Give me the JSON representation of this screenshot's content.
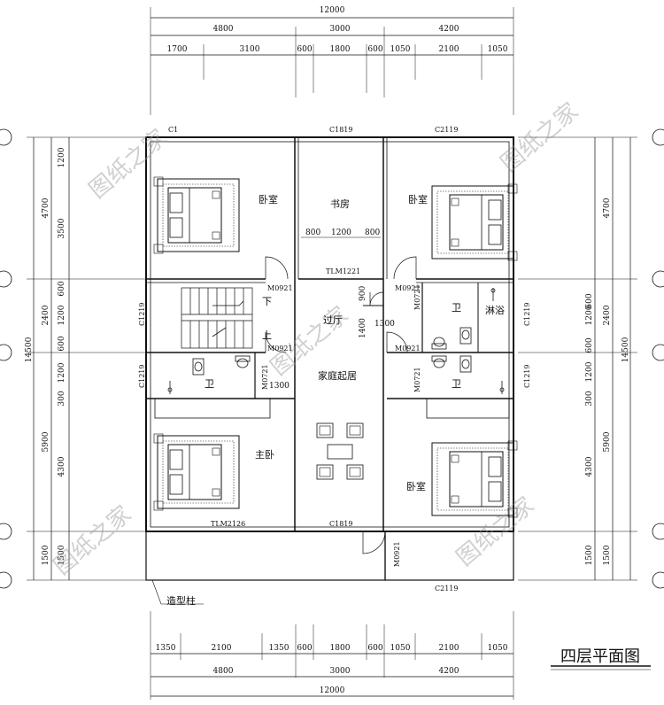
{
  "title": "四层平面图",
  "watermark": "图纸之家",
  "dims": {
    "overall_width": "12000",
    "top_group": [
      "4800",
      "3000",
      "4200"
    ],
    "top_detail": [
      "1700",
      "3100",
      "600",
      "1800",
      "600",
      "1050",
      "2100",
      "1050"
    ],
    "bottom_detail": [
      "1350",
      "2100",
      "1350",
      "600",
      "1800",
      "600",
      "1050",
      "2100",
      "1050"
    ],
    "bottom_group": [
      "4800",
      "3000",
      "4200"
    ],
    "left_detail": [
      "1200",
      "3500",
      "600",
      "1200",
      "600",
      "1200",
      "300",
      "4300",
      "1500"
    ],
    "left_group": [
      "4700",
      "2400",
      "5900",
      "1500"
    ],
    "total_depth": "14500",
    "right_group": [
      "4700",
      "2400",
      "5900",
      "1500"
    ],
    "right_detail": [
      "600",
      "1200",
      "600",
      "1200",
      "300",
      "4300",
      "1500"
    ],
    "study_window": [
      "800",
      "1200",
      "800"
    ],
    "hall_width": "1300",
    "hall_v": "900",
    "hall_v2": "1400",
    "left_bath_w": "1300"
  },
  "rooms": {
    "bedroom_tl": "卧室",
    "study": "书房",
    "bedroom_tr": "卧室",
    "down": "下",
    "up": "上",
    "corridor": "过厅",
    "bath_r1": "卫",
    "shower": "淋浴",
    "bath_l": "卫",
    "bath_r2": "卫",
    "family_room": "家庭起居",
    "master_bedroom": "主卧",
    "bedroom_br": "卧室",
    "column_note": "造型柱"
  },
  "codes": {
    "c1819_top": "C1819",
    "c2119_top": "C2119",
    "tlm1221": "TLM1221",
    "m0921_a": "M0921",
    "m0921_b": "M0921",
    "m0921_c": "M0921",
    "m0921_d": "M0921",
    "m0921_e": "M0921",
    "m0721_a": "M0721",
    "m0721_b": "M0721",
    "m0721_c": "M0721",
    "c1219_a": "C1219",
    "c1219_b": "C1219",
    "c1219_c": "C1219",
    "c1219_d": "C1219",
    "tlm2126": "TLM2126",
    "c1819_bot": "C1819",
    "c2119_bot": "C2119",
    "c1_top": "C1"
  }
}
